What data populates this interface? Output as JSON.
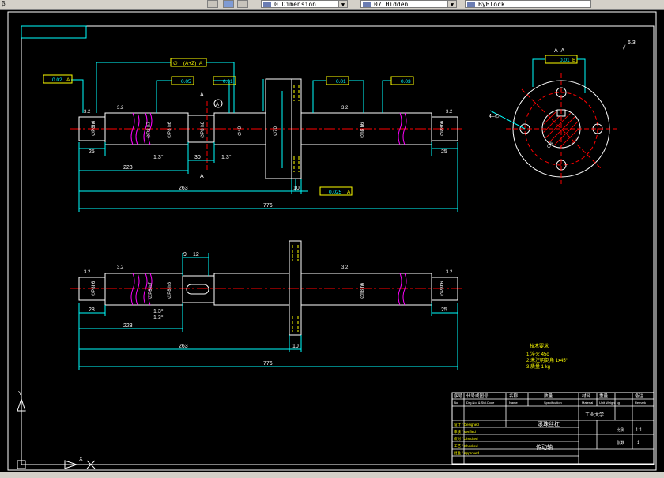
{
  "toolbar": {
    "glyph_left": "β",
    "field1": "0_Dimension",
    "field2": "07_Hidden",
    "field3": "ByBlock"
  },
  "drawing": {
    "top_view": {
      "tolerances": {
        "runout_left": "0.02",
        "runout_left_datum": "A",
        "cylindricity_top": "∅    (A+Z)  A",
        "flat_1": "0.05",
        "runout_2": "0.01",
        "runout_3": "0.01",
        "flat_right": "0.03",
        "perp_bottom": "0.025",
        "perp_bottom_datum": "A"
      },
      "roughness": [
        "3.2",
        "3.2",
        "3.2",
        "3.2"
      ],
      "diameters": [
        "∅P8h6",
        "∅P8 h7",
        "∅P8 h6",
        "∅P8 h6",
        "∅40",
        "∅70",
        "∅h8 h6",
        "∅P8h6"
      ],
      "section_marks": [
        "A",
        "A",
        "A"
      ],
      "dims": {
        "left_end": "25",
        "right_end": "25",
        "d_223": "223",
        "d_263": "263",
        "d_776": "776",
        "d_10": "10",
        "d_30": "30",
        "chamfer_1": "1.3°",
        "chamfer_2": "1.3°"
      }
    },
    "section_view": {
      "label": "A–A",
      "tolerance": "0.01",
      "tolerance_datum": "B",
      "roughness_corner": "6.3",
      "roughness_symbol": "√",
      "hole_label": "4–∅",
      "circle_d": "∅6"
    },
    "front_view": {
      "roughness": [
        "3.2",
        "3.2",
        "3.2",
        "3.2"
      ],
      "dims": {
        "left_end": "28",
        "right_end": "25",
        "d_223": "223",
        "d_263": "263",
        "d_776": "776",
        "d_10": "10",
        "keyway_9": "9",
        "keyway_12": "12",
        "chamfer_1": "1.3°",
        "chamfer_2": "1.3°"
      },
      "diameters": [
        "∅P8h6",
        "∅P8 h7",
        "∅P8 h6",
        "∅h8 h6",
        "∅P8h6"
      ]
    },
    "tech_notes": {
      "title": "技术要求",
      "lines": [
        "1.淬火 45c",
        "2.未注明倒角 1x45°",
        "3.质量 1 kg"
      ]
    },
    "title_block": {
      "header": [
        "序号",
        "代号或图号",
        "名称",
        "数量",
        "材料",
        "重量",
        "备注"
      ],
      "header_en": [
        "No.",
        "Drg.No. & Std.Code",
        "Name",
        "Specification",
        "Material",
        "Unit Weight kg",
        "Remark"
      ],
      "rows": [
        "设计 / Designed",
        "审核 / Verified",
        "校对 / Checked",
        "工艺 / Checked",
        "批准 / Approved"
      ],
      "drawing_name": "滚珠丝杠",
      "drawing_subname": "传动轴",
      "company": "工业大学",
      "scale_label": "比例",
      "scale": "1:1",
      "sheet_label": "张数",
      "sheet": "1"
    },
    "ucs": {
      "y": "Y",
      "x": "X"
    }
  }
}
